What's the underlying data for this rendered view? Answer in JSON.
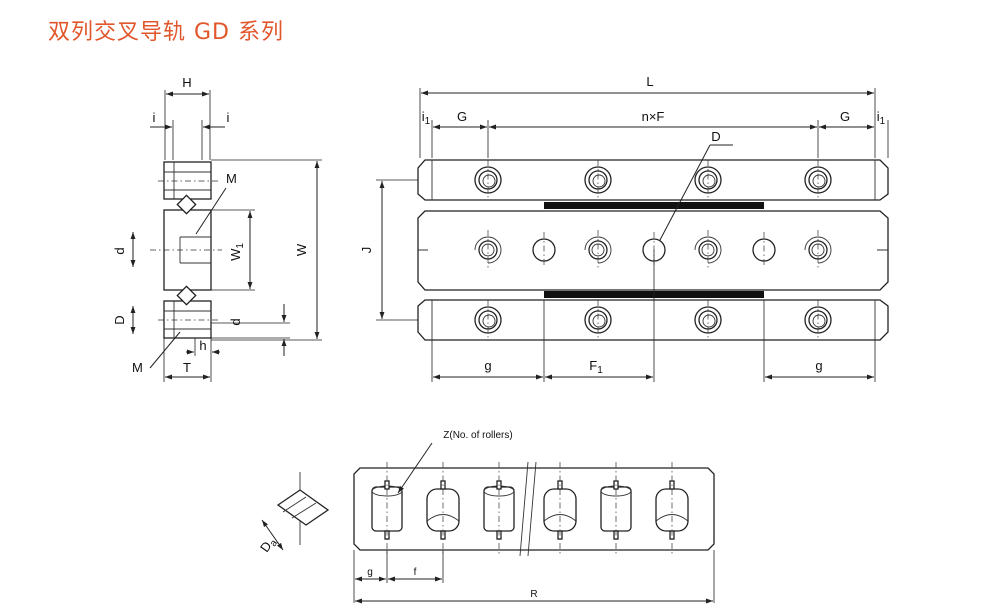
{
  "title": "双列交叉导轨 GD 系列",
  "labels": {
    "H": "H",
    "i": "i",
    "M": "M",
    "d": "d",
    "W1": "W",
    "W1_sub": "1",
    "W": "W",
    "D": "D",
    "h": "h",
    "T": "T",
    "L": "L",
    "i1": "i",
    "i1_sub": "1",
    "G": "G",
    "nF": "n×F",
    "J": "J",
    "g": "g",
    "F1": "F",
    "F1_sub": "1",
    "Z": "Z(No. of rollers)",
    "Da": "D",
    "Da_sub": "a",
    "f": "f",
    "R": "R"
  }
}
